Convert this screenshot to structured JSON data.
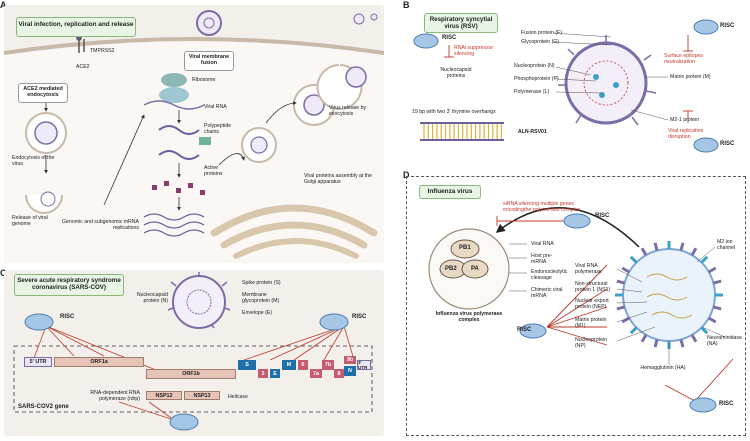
{
  "panels": {
    "a": {
      "letter": "A",
      "title": "Viral infection, replication and release",
      "labels": {
        "tmprss2": "TMPRSS2",
        "ace2": "ACE2",
        "ace2_endocytosis": "ACE2 mediated endocytosis",
        "endocytosis": "Endocytosis of the virus",
        "release_genome": "Release of viral genome",
        "ribosome": "Ribosome",
        "viral_rna": "Viral RNA",
        "polypeptide": "Polypeptide chains",
        "active_proteins": "Active proteins",
        "genomic": "Genomic and subgenomic mRNA replications",
        "membrane_fusion": "Viral membrane fusion",
        "exocytosis": "Virus release by exocytosis",
        "golgi": "Viral proteins assembly at the Golgi apparatus"
      }
    },
    "b": {
      "letter": "B",
      "title": "Respiratory syncytial virus (RSV)",
      "labels": {
        "risc1": "RISC",
        "risc2": "RISC",
        "risc3": "RISC",
        "rnai": "RNAi suppressor silencing",
        "nucleocapsid": "Nucleocapsid proteins",
        "np": "Nucleoprotein (N)",
        "pp": "Phosphoprotein (P)",
        "pol": "Polymerase (L)",
        "fusion": "Fusion protein (F)",
        "glyco": "Glycoprotein (G)",
        "surface": "Surface epitopes neutralization",
        "matrix": "Matrix protein (M)",
        "m21": "M2-1 protein",
        "replication": "Viral replication disruption",
        "sirna_desc": "19 bp with two 3' thymine overhangs",
        "aln": "ALN-RSV01"
      }
    },
    "c": {
      "letter": "C",
      "title": "Severe acute respiratory syndrome coronavirus (SARS-COV)",
      "labels": {
        "spike": "Spike protein (S)",
        "membrane": "Membrane glycoprotein (M)",
        "envelope": "Envelope (E)",
        "nucleocapsid": "Nucleocapsid protein (N)",
        "risc_left": "RISC",
        "risc_right": "RISC",
        "rdrp": "RNA-dependent RNA polymerase (rdrp)",
        "helicase": "Helicase",
        "gene_title": "SARS-COV2 gene"
      },
      "genes": {
        "utr5": "5' UTR",
        "orf1a": "ORF1a",
        "orf1b": "ORF1b",
        "s": "S",
        "three": "3",
        "e": "E",
        "m": "M",
        "six": "6",
        "seven_a": "7a",
        "seven_b": "7b",
        "eight": "8",
        "nine_b": "9b",
        "n": "N",
        "utr3": "3' UTR",
        "nsp12": "NSP12",
        "nsp13": "NSP13"
      }
    },
    "d": {
      "letter": "D",
      "title": "Influenza virus",
      "labels": {
        "risc1": "RISC",
        "risc2": "RISC",
        "risc3": "RISC",
        "sirna": "siRNA silencing multiple genes encodingthe polymerase complex",
        "pb1": "PB1",
        "pb2": "PB2",
        "pa": "PA",
        "viral_rna": "Viral RNA",
        "host_pre": "Host pre-mRNA",
        "endo": "Endonucleolytic cleavage",
        "chimeric": "Chimeric viral mRNA",
        "complex": "Influenza virus polymerase complex",
        "vrp": "Viral RNA polymerase",
        "ns1": "Non-structural protein 1 (NS1)",
        "nep": "Nuclear export protein (NEP)",
        "m1": "Matrix protein (M1)",
        "np": "Nucleoprotein (NP)",
        "m2": "M2 ion channel",
        "na": "Neuraminidase (NA)",
        "ha": "Hemagglutinin (HA)"
      }
    }
  },
  "colors": {
    "accent_green": "#8ab87b",
    "inhibition_red": "#c0392b",
    "virus_purple": "#7b6ea8",
    "gene_pink": "#e7c4b8",
    "gene_blue": "#1f6fa8"
  }
}
